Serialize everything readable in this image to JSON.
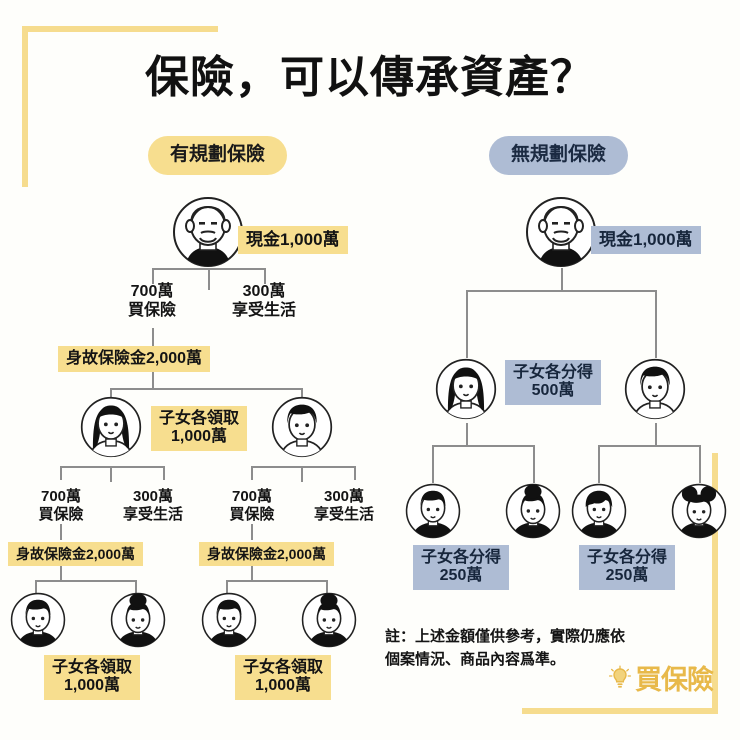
{
  "page": {
    "title": "保險，可以傳承資產？",
    "background_color": "#FEFEFB",
    "frame_color": "#F6DC8E",
    "accent_yellow": "#F7DE8F",
    "accent_blue": "#AEBCD4"
  },
  "left_branch": {
    "heading": "有規劃保險",
    "gen1": {
      "cash_label": "現金1,000萬",
      "split_insurance": "700萬\n買保險",
      "split_living": "300萬\n享受生活",
      "death_benefit": "身故保險金2,000萬"
    },
    "gen2": {
      "inherit_label": "子女各領取\n1,000萬",
      "child_left": {
        "split_insurance": "700萬\n買保險",
        "split_living": "300萬\n享受生活",
        "death_benefit": "身故保險金2,000萬"
      },
      "child_right": {
        "split_insurance": "700萬\n買保險",
        "split_living": "300萬\n享受生活",
        "death_benefit": "身故保險金2,000萬"
      }
    },
    "gen3": {
      "left_label": "子女各領取\n1,000萬",
      "right_label": "子女各領取\n1,000萬"
    }
  },
  "right_branch": {
    "heading": "無規劃保險",
    "gen1": {
      "cash_label": "現金1,000萬"
    },
    "gen2": {
      "share_label": "子女各分得\n500萬"
    },
    "gen3": {
      "left_label": "子女各分得\n250萬",
      "right_label": "子女各分得\n250萬"
    }
  },
  "footnote": {
    "text": "註：上述金額僅供參考，實際仍應依\n個案情況、商品內容爲準。"
  },
  "logo": {
    "text": "買保險",
    "icon": "lightbulb-icon",
    "color": "#E8B94A"
  },
  "chart_data": {
    "type": "diagram",
    "title": "保險，可以傳承資產？",
    "description": "Comparison tree diagram of wealth inheritance with and without insurance planning across three generations",
    "branches": [
      {
        "name": "有規劃保險",
        "accent": "#F7DE8F",
        "generations": [
          {
            "level": 1,
            "nodes": [
              {
                "label": "現金1,000萬",
                "value": 1000,
                "unit": "萬"
              }
            ]
          },
          {
            "level": 1,
            "splits": [
              {
                "label": "700萬買保險",
                "value": 700,
                "unit": "萬"
              },
              {
                "label": "300萬享受生活",
                "value": 300,
                "unit": "萬"
              }
            ]
          },
          {
            "level": 1,
            "payout": {
              "label": "身故保險金2,000萬",
              "value": 2000,
              "unit": "萬"
            }
          },
          {
            "level": 2,
            "nodes": [
              {
                "label": "子女各領取1,000萬",
                "value": 1000,
                "unit": "萬",
                "count": 2
              }
            ]
          },
          {
            "level": 2,
            "splits": [
              {
                "label": "700萬買保險",
                "value": 700,
                "unit": "萬"
              },
              {
                "label": "300萬享受生活",
                "value": 300,
                "unit": "萬"
              }
            ],
            "payout": {
              "label": "身故保險金2,000萬",
              "value": 2000,
              "unit": "萬"
            }
          },
          {
            "level": 3,
            "nodes": [
              {
                "label": "子女各領取1,000萬",
                "value": 1000,
                "unit": "萬",
                "count": 4
              }
            ]
          }
        ]
      },
      {
        "name": "無規劃保險",
        "accent": "#AEBCD4",
        "generations": [
          {
            "level": 1,
            "nodes": [
              {
                "label": "現金1,000萬",
                "value": 1000,
                "unit": "萬"
              }
            ]
          },
          {
            "level": 2,
            "nodes": [
              {
                "label": "子女各分得500萬",
                "value": 500,
                "unit": "萬",
                "count": 2
              }
            ]
          },
          {
            "level": 3,
            "nodes": [
              {
                "label": "子女各分得250萬",
                "value": 250,
                "unit": "萬",
                "count": 4
              }
            ]
          }
        ]
      }
    ]
  }
}
